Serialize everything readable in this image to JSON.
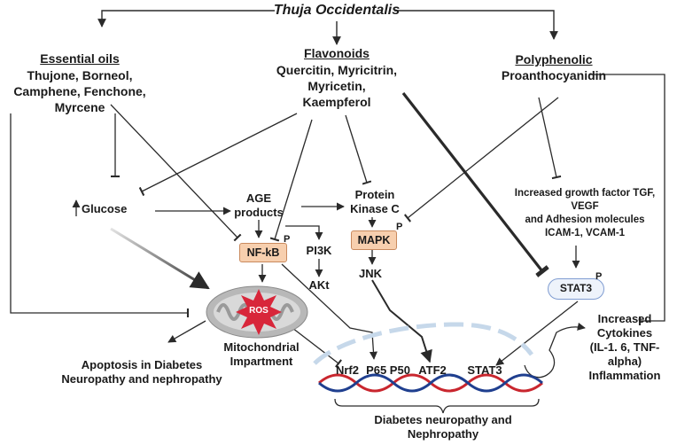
{
  "title": "Thuja Occidentalis",
  "groups": {
    "essential_oils": {
      "heading": "Essential oils",
      "items": [
        "Thujone, Borneol,",
        "Camphene, Fenchone,",
        "Myrcene"
      ]
    },
    "flavonoids": {
      "heading": "Flavonoids",
      "items": [
        "Quercitin, Myricitrin,",
        "Myricetin,",
        "Kaempferol"
      ]
    },
    "polyphenolic": {
      "heading": "Polyphenolic",
      "items": [
        "Proanthocyanidin"
      ]
    }
  },
  "nodes": {
    "glucose": "Glucose",
    "age": [
      "AGE",
      "products"
    ],
    "nfkb": "NF-kB",
    "pi3k": "PI3K",
    "akt": "AKt",
    "pkc": [
      "Protein",
      "Kinase C"
    ],
    "mapk": "MAPK",
    "jnk": "JNK",
    "growth": [
      "Increased growth  factor TGF,",
      "VEGF",
      "and Adhesion molecules",
      "ICAM-1, VCAM-1"
    ],
    "stat3_box": "STAT3",
    "phospho": "P",
    "ros": "ROS",
    "mito": [
      "Mitochondrial",
      "Impartment"
    ],
    "apoptosis": [
      "Apoptosis in Diabetes",
      "Neuropathy and nephropathy"
    ],
    "cytokines": [
      "Increased",
      "Cytokines",
      "(IL-1. 6, TNF-",
      "alpha)",
      "Inflammation"
    ],
    "nrf2": "Nrf2",
    "p65p50": "P65 P50",
    "atf2": "ATF2",
    "stat3": "STAT3",
    "outcome": [
      "Diabetes neuropathy and",
      "Nephropathy"
    ]
  },
  "colors": {
    "text": "#1a1a1a",
    "arrow": "#2a2a2a",
    "box_orange": "#f7cfae",
    "mito_outer": "#b8b8b8",
    "ros_star": "#d8263a",
    "dna_red": "#c9262e",
    "dna_blue": "#1f3f8f",
    "nucleus_dash": "#c6d8ea",
    "stat3_border": "#7f9cd1"
  }
}
